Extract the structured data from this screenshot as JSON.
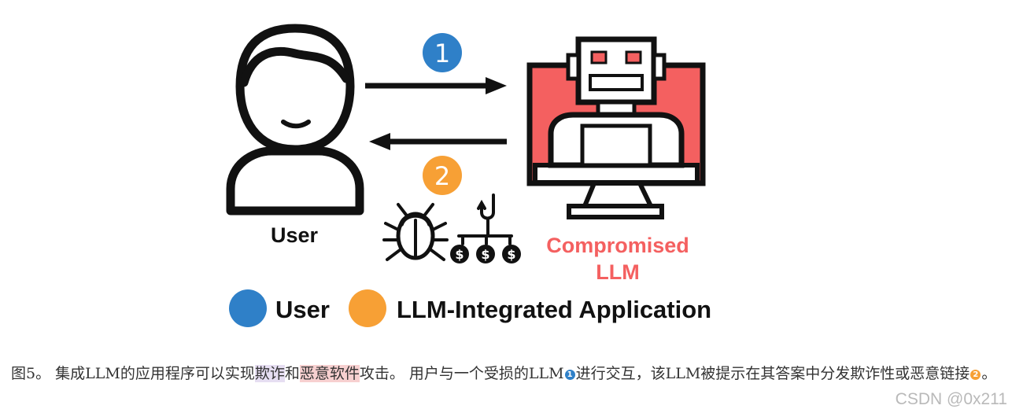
{
  "figure": {
    "user_label": "User",
    "step1_number": "1",
    "step2_number": "2",
    "llm_label_line1": "Compromised",
    "llm_label_line2": "LLM",
    "dollar_sign": "$",
    "legend": [
      {
        "label": "User",
        "color": "#2f80c8"
      },
      {
        "label": "LLM-Integrated Application",
        "color": "#f7a035"
      }
    ],
    "colors": {
      "user_badge": "#2f80c8",
      "app_badge": "#f7a035",
      "screen": "#f46060",
      "outline": "#111111"
    },
    "icons": [
      "user-avatar-icon",
      "arrow-right-icon",
      "arrow-left-icon",
      "robot-monitor-icon",
      "bug-icon",
      "phishing-hook-icon",
      "dollar-coin-icon"
    ]
  },
  "caption": {
    "part1": "图5。 集成LLM的应用程序可以实现",
    "highlight1": "欺诈",
    "part2": "和",
    "highlight2": "恶意软件",
    "part3": "攻击。 用户与一个受损的LLM",
    "badge1": "1",
    "part4": "进行交互，该LLM被提示在其答案中分发欺诈性或恶意链接",
    "badge2": "2",
    "part5": "。"
  },
  "watermark": "CSDN @0x211"
}
